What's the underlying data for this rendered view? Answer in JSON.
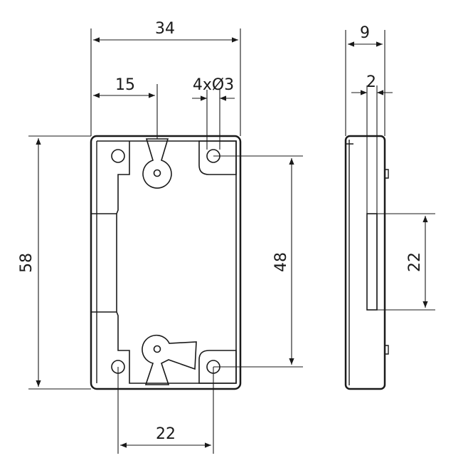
{
  "colors": {
    "stroke": "#1a1a1a",
    "background": "#ffffff"
  },
  "dimensions": {
    "width_total": "34",
    "keyhole_offset": "15",
    "holes": "4xØ3",
    "height_total": "58",
    "hole_spacing_vertical": "48",
    "hole_spacing_horizontal": "22",
    "depth_total": "9",
    "plate_thickness": "2",
    "bolt_height": "22"
  }
}
